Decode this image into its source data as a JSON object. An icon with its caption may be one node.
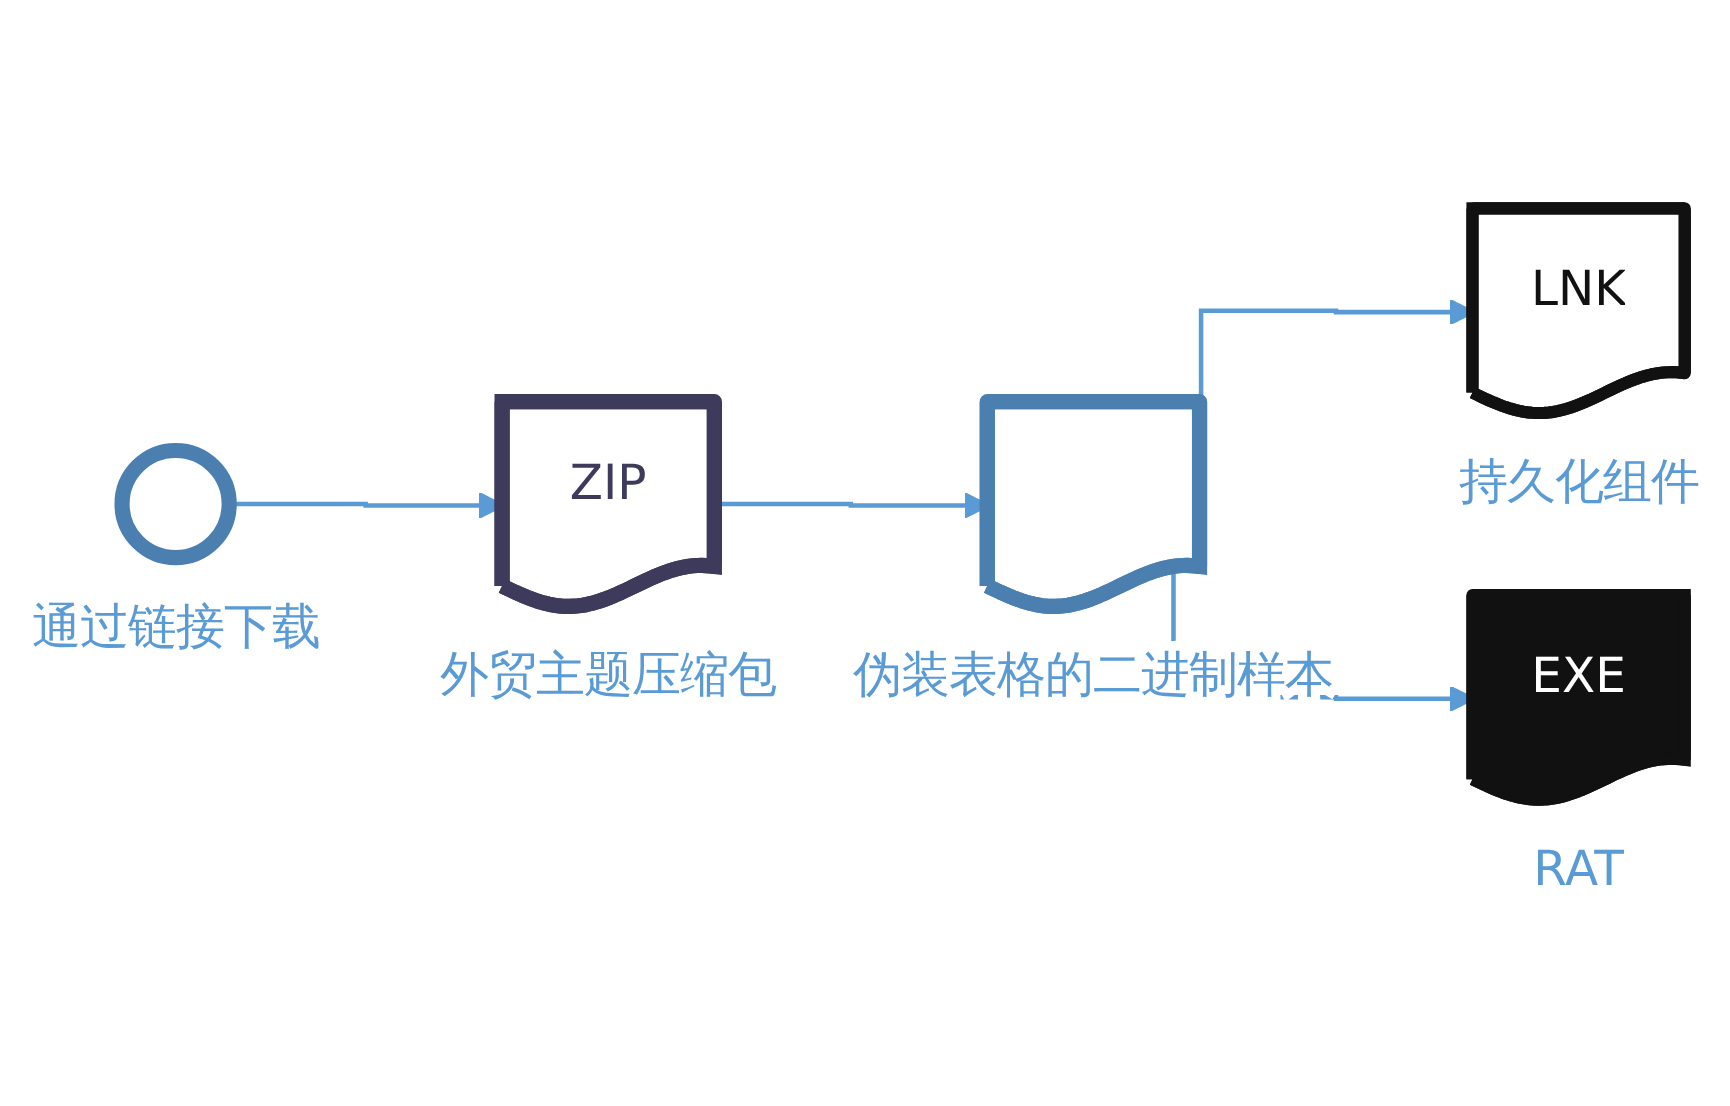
{
  "diagram": {
    "nodes": [
      {
        "text": [],
        "shape": "circle",
        "beside": [
          "通过链接下载"
        ]
      },
      {
        "text": [
          "ZIP"
        ],
        "beside": [
          "外贸主题压缩包"
        ]
      },
      {
        "text": [],
        "shape": "document",
        "beside": [
          "伪装表格的二进制样本"
        ]
      },
      {
        "text": [
          "LNK"
        ],
        "beside": [
          "持久化组件"
        ]
      },
      {
        "text": [
          "EXE"
        ],
        "beside": [
          "RAT"
        ]
      }
    ],
    "edges": [
      {
        "from": 0,
        "to": 1,
        "arrow": "to"
      },
      {
        "from": 1,
        "to": 2,
        "arrow": "to"
      },
      {
        "from": 2,
        "to": 3,
        "arrow": "to"
      },
      {
        "from": 2,
        "to": 4,
        "arrow": "to"
      }
    ]
  }
}
